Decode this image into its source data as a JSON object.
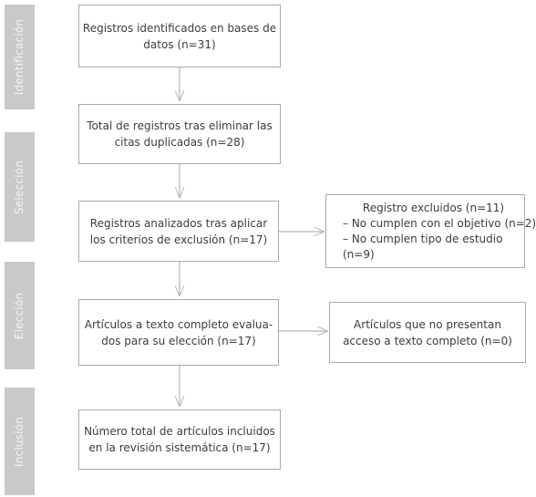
{
  "stages": [
    {
      "id": "identificacion",
      "label": "Identificación"
    },
    {
      "id": "seleccion",
      "label": "Selección"
    },
    {
      "id": "eleccion",
      "label": "Elección"
    },
    {
      "id": "inclusion",
      "label": "Inclusión"
    }
  ],
  "boxes": {
    "identificados": {
      "lines": [
        "Registros identificados en bases de",
        "datos (n=31)"
      ]
    },
    "sin_duplicados": {
      "lines": [
        "Total de registros tras eliminar las",
        "citas duplicadas (n=28)"
      ]
    },
    "analizados": {
      "lines": [
        "Registros analizados tras aplicar",
        "los criterios de exclusión (n=17)"
      ]
    },
    "excluidos": {
      "lines": [
        "Registro excluidos (n=11)",
        "– No cumplen con el objetivo (n=2)",
        "– No cumplen tipo de estudio",
        "(n=9)"
      ]
    },
    "evaluados": {
      "lines": [
        "Artículos a texto completo evalua-",
        "dos para su elección (n=17)"
      ]
    },
    "sin_texto": {
      "lines": [
        "Artículos que no presentan",
        "acceso a texto completo (n=0)"
      ]
    },
    "incluidos": {
      "lines": [
        "Número total de artículos incluidos",
        "en la revisión sistemática (n=17)"
      ]
    }
  }
}
